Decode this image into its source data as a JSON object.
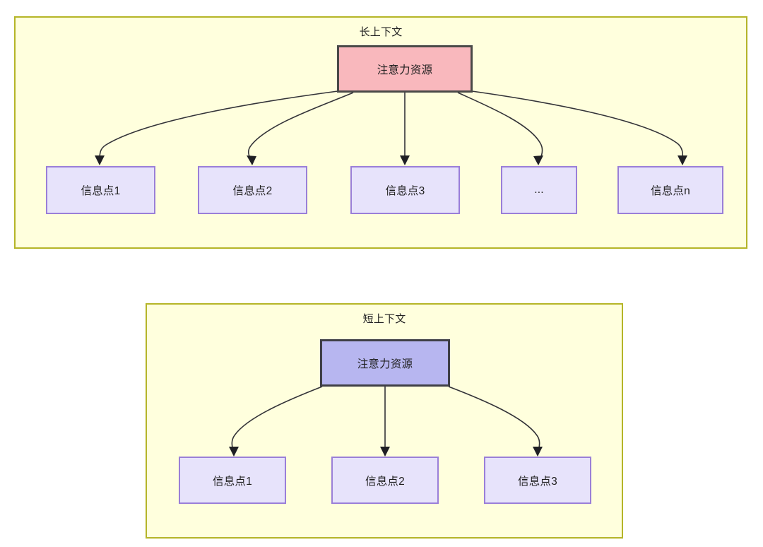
{
  "diagram": {
    "title_implicit": "",
    "colors": {
      "container_fill": "#ffffdd",
      "container_border": "#b5b528",
      "attention_long_fill": "#f9b8bd",
      "attention_long_border": "#4a4a48",
      "attention_short_fill": "#b7b6f0",
      "attention_short_border": "#3f3f46",
      "info_fill": "#e7e3fb",
      "info_border": "#9a7fd8",
      "edge_stroke": "#333338",
      "text": "#1f1f1f"
    },
    "sections": [
      {
        "id": "long-context",
        "title": "长上下文",
        "root": {
          "label": "注意力资源"
        },
        "children": [
          {
            "label": "信息点1"
          },
          {
            "label": "信息点2"
          },
          {
            "label": "信息点3"
          },
          {
            "label": "..."
          },
          {
            "label": "信息点n"
          }
        ]
      },
      {
        "id": "short-context",
        "title": "短上下文",
        "root": {
          "label": "注意力资源"
        },
        "children": [
          {
            "label": "信息点1"
          },
          {
            "label": "信息点2"
          },
          {
            "label": "信息点3"
          }
        ]
      }
    ]
  }
}
